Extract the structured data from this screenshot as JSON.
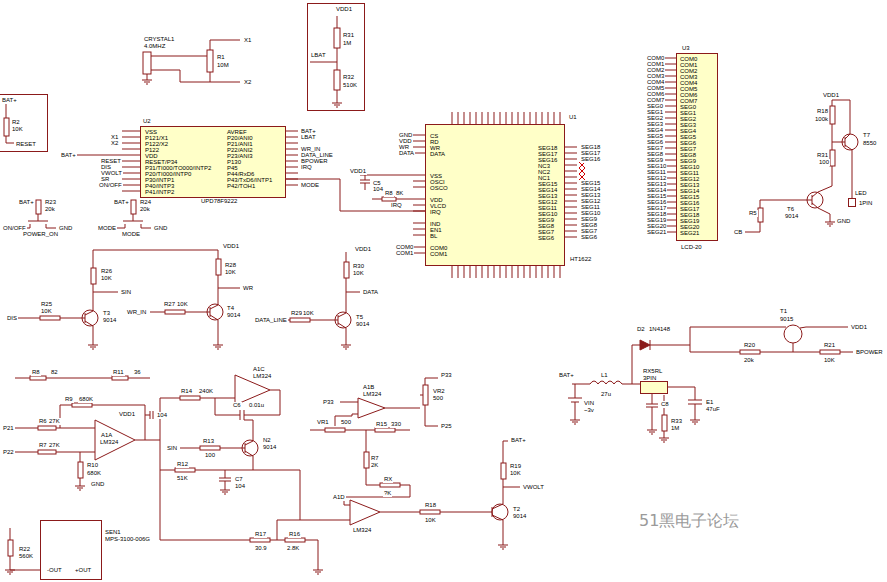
{
  "diagram": {
    "nodes": [
      {
        "text": [
          "VDD1",
          "R31",
          "1M",
          "R32",
          "510K",
          "LBAT"
        ]
      },
      {
        "text": [
          "BAT+",
          "R2",
          "10K",
          "RESET"
        ]
      },
      {
        "text": [
          "U2",
          "VSS",
          "P121/X1",
          "P122/X2",
          "P122",
          "VDD",
          "RESET/P34",
          "P31/TI000/TO000/INTP2",
          "P20/TI000/INTP0",
          "P30/INTP1",
          "P40/INTP3",
          "P41/INTP2",
          "AVREF",
          "P20/ANI0",
          "P21/ANI1",
          "P22/ANI2",
          "P23/ANI3",
          "P130",
          "P45",
          "P44/RxD6",
          "P43/TxD6/INTP1",
          "P42/TOH1",
          "UPD78F9222"
        ]
      },
      {
        "text": [
          "CS",
          "RD",
          "WR",
          "DATA",
          "VSS",
          "OSCI",
          "OSCO",
          "VDD",
          "VLCD",
          "IRQ",
          "IND",
          "EN1",
          "BL",
          "COM0",
          "COM1",
          "SEG18",
          "SEG17",
          "SEG16",
          "NC3",
          "NC2",
          "NC1",
          "SEG15",
          "SEG14",
          "SEG13",
          "SEG12",
          "SEG11",
          "SEG10",
          "SEG9",
          "SEG8",
          "SEG7",
          "SEG6"
        ]
      },
      {
        "text": [
          "U3",
          "COM0",
          "COM1",
          "COM2",
          "COM3",
          "COM4",
          "COM5",
          "COM6",
          "COM7",
          "SEG0",
          "SEG1",
          "SEG2",
          "SEG3",
          "SEG4",
          "SEG5",
          "SEG6",
          "SEG7",
          "SEG8",
          "SEG9",
          "SEG10",
          "SEG11",
          "SEG12",
          "SEG13",
          "SEG14",
          "SEG15",
          "SEG16",
          "SEG17",
          "SEG18",
          "SEG19",
          "SEG20",
          "SEG21",
          "LCD-20"
        ]
      },
      {
        "text": [
          "LED",
          "1PIN"
        ]
      },
      {
        "text": [
          "RX5RL",
          "3PIN"
        ]
      },
      {
        "text": [
          "SEN1",
          "MPS-3100-006G",
          "-OUT",
          "+OUT"
        ]
      }
    ],
    "edges": [
      {
        "from": 2,
        "to": 3,
        "arrow": "none"
      }
    ],
    "labels": [
      "CRYSTAL1",
      "4.0MHZ",
      "X1",
      "R1",
      "10M",
      "X2",
      "X1",
      "X2",
      "BAT+",
      "RESET",
      "DIS",
      "VWOLT",
      "SR",
      "ON/OFF",
      "BAT+",
      "LBAT",
      "WR_IN",
      "DATA_LINE",
      "BPOWER",
      "IRQ",
      "MODE",
      "R23",
      "20k",
      "BAT+",
      "POWER_ON",
      "ON/OFF",
      "GND",
      "R24",
      "20k",
      "BAT+",
      "MODE",
      "MODE",
      "GND",
      "GND",
      "VDD",
      "WR",
      "DATA",
      "VDD1",
      "C5",
      "104",
      "R8",
      "8K",
      "IRQ",
      "COM0",
      "COM1",
      "HT1622",
      "U1",
      "SEG18",
      "SEG17",
      "SEG16",
      "SEG15",
      "SEG14",
      "SEG13",
      "SEG12",
      "SEG11",
      "SEG10",
      "SEG9",
      "SEG8",
      "SEG7",
      "SEG6",
      "COM0",
      "COM1",
      "COM2",
      "COM3",
      "COM4",
      "COM5",
      "COM6",
      "COM7",
      "SEG0",
      "SEG1",
      "SEG2",
      "SEG3",
      "SEG4",
      "SEG5",
      "SEG6",
      "SEG7",
      "SEG8",
      "SEG9",
      "SEG10",
      "SEG11",
      "SEG12",
      "SEG13",
      "SEG14",
      "SEG15",
      "SEG16",
      "SEG17",
      "SEG18",
      "SEG19",
      "SEG20",
      "SEG21",
      "VDD1",
      "R18",
      "100k",
      "T7",
      "8550",
      "R31",
      "100",
      "GND",
      "T6",
      "9014",
      "R5",
      "CB",
      "VDD1",
      "R26",
      "10K",
      "SIN",
      "R25",
      "10K",
      "DIS",
      "T3",
      "9014",
      "R28",
      "10K",
      "WR",
      "R27",
      "10K",
      "WR_IN",
      "T4",
      "9014",
      "VDD1",
      "R30",
      "10K",
      "DATA",
      "R29",
      "10K",
      "DATA_LINE",
      "T5",
      "9014",
      "R8",
      "82",
      "R9",
      "680K",
      "R11",
      "36",
      "VDD1",
      "104",
      "R6",
      "27K",
      "P21",
      "R7",
      "27K",
      "P22",
      "A1A",
      "LM324",
      "R10",
      "680K",
      "GND",
      "R14",
      "240K",
      "A1C",
      "LM324",
      "C6",
      "0.01u",
      "N2",
      "9014",
      "R13",
      "100",
      "SIN",
      "R12",
      "51K",
      "C7",
      "104",
      "A1B",
      "LM324",
      "VR2",
      "500",
      "P33",
      "P25",
      "P33",
      "VR1",
      "500",
      "R15",
      "330",
      "R7",
      "2K",
      "RX",
      "?K",
      "A1D",
      "LM324",
      "R18",
      "10K",
      "R19",
      "10K",
      "BAT+",
      "VWOLT",
      "T2",
      "9014",
      "R17",
      "30.9",
      "R16",
      "2.8K",
      "R22",
      "560K",
      "BAT+",
      "L1",
      "27u",
      "VIN",
      "~3v",
      "D2",
      "1N4148",
      "C8",
      "R33",
      "1M",
      "E1",
      "47uF",
      "T1",
      "9015",
      "VDD1",
      "R20",
      "20k",
      "R21",
      "10K",
      "BPOWER",
      "51黑电子论坛"
    ]
  }
}
